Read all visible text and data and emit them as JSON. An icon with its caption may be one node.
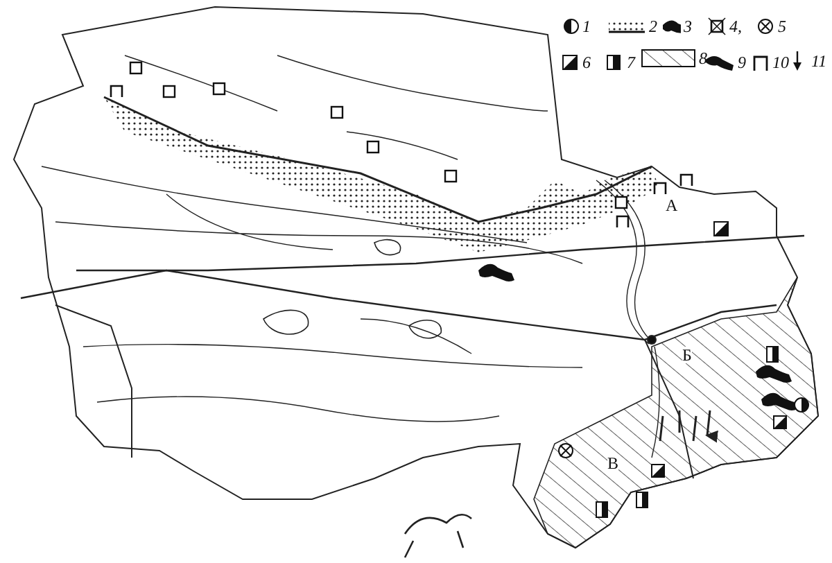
{
  "diagram": {
    "labels": [
      "А",
      "Б",
      "В"
    ],
    "legend": [
      {
        "text": "1"
      },
      {
        "text": "2"
      },
      {
        "text": "3"
      },
      {
        "text": "4,"
      },
      {
        "text": "5"
      },
      {
        "text": "6"
      },
      {
        "text": "7"
      },
      {
        "text": "8"
      },
      {
        "text": "9"
      },
      {
        "text": "10"
      },
      {
        "text": "11"
      }
    ]
  }
}
